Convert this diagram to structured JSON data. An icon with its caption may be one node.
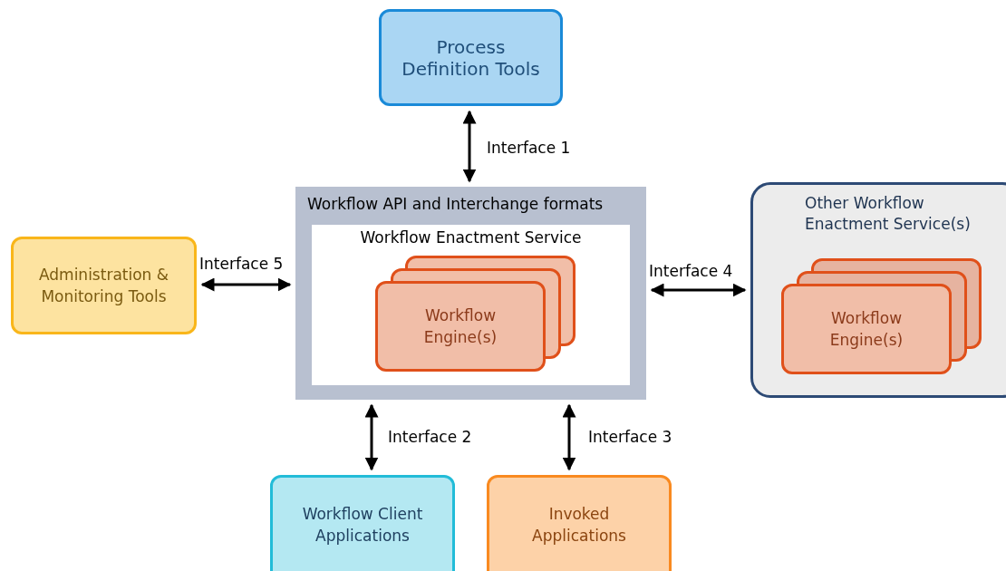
{
  "diagram": {
    "nodes": [
      {
        "text": [
          "Process Definition Tools"
        ]
      },
      {
        "text": [
          "Workflow API and Interchange formats"
        ]
      },
      {
        "text": [
          "Workflow Enactment Service"
        ],
        "in": 1
      },
      {
        "text": [
          "Workflow Engine(s)"
        ],
        "in": 2
      },
      {
        "text": [
          "Administration & Monitoring Tools"
        ]
      },
      {
        "text": [
          "Other Workflow Enactment Service(s)"
        ]
      },
      {
        "text": [
          "Workflow Engine(s)"
        ],
        "in": 5
      },
      {
        "text": [
          "Workflow Client Applications"
        ]
      },
      {
        "text": [
          "Invoked Applications"
        ]
      }
    ],
    "edges": [
      {
        "from": 0,
        "to": 1,
        "arrow": "both",
        "label": "Interface 1"
      },
      {
        "from": 4,
        "to": 1,
        "arrow": "both",
        "label": "Interface 5"
      },
      {
        "from": 1,
        "to": 5,
        "arrow": "both",
        "label": "Interface 4"
      },
      {
        "from": 1,
        "to": 7,
        "arrow": "both",
        "label": "Interface 2"
      },
      {
        "from": 1,
        "to": 8,
        "arrow": "both",
        "label": "Interface 3"
      }
    ]
  }
}
